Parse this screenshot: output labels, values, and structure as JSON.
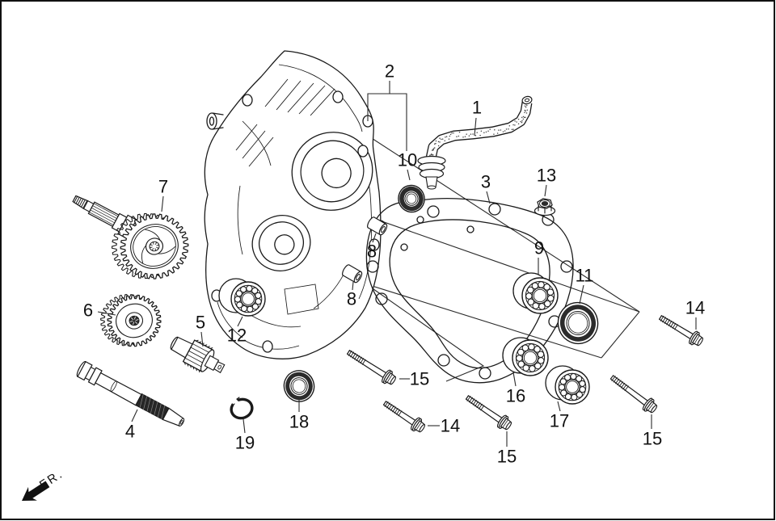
{
  "canvas": {
    "paper": "#ffffff",
    "ink": "#1a1a1a",
    "seal_band": "#2b2b2b"
  },
  "direction_indicator": {
    "label": "FR."
  },
  "callouts": [
    {
      "id": "c1",
      "label": "1"
    },
    {
      "id": "c2",
      "label": "2"
    },
    {
      "id": "c3",
      "label": "3"
    },
    {
      "id": "c4",
      "label": "4"
    },
    {
      "id": "c5",
      "label": "5"
    },
    {
      "id": "c6",
      "label": "6"
    },
    {
      "id": "c7",
      "label": "7"
    },
    {
      "id": "c8a",
      "label": "8"
    },
    {
      "id": "c8b",
      "label": "8"
    },
    {
      "id": "c9",
      "label": "9"
    },
    {
      "id": "c10",
      "label": "10"
    },
    {
      "id": "c11",
      "label": "11"
    },
    {
      "id": "c12",
      "label": "12"
    },
    {
      "id": "c13",
      "label": "13"
    },
    {
      "id": "c14a",
      "label": "14"
    },
    {
      "id": "c14b",
      "label": "14"
    },
    {
      "id": "c15a",
      "label": "15"
    },
    {
      "id": "c15b",
      "label": "15"
    },
    {
      "id": "c15c",
      "label": "15"
    },
    {
      "id": "c16",
      "label": "16"
    },
    {
      "id": "c17",
      "label": "17"
    },
    {
      "id": "c18",
      "label": "18"
    },
    {
      "id": "c19",
      "label": "19"
    }
  ]
}
